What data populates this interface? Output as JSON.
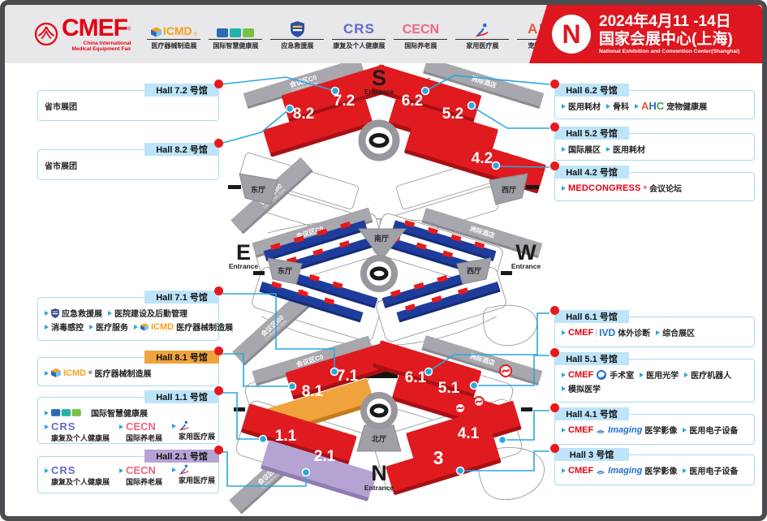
{
  "header": {
    "cmef_logo": {
      "text": "CMEF",
      "reg": "®",
      "sub1": "China International",
      "sub2": "Medical Equipment Fair"
    },
    "expo_logos": [
      {
        "label": "ICMD",
        "caption": "医疗器械制造展"
      },
      {
        "label": "",
        "caption": "国际智慧健康展"
      },
      {
        "label": "",
        "caption": "应急救援展"
      },
      {
        "label": "CRS",
        "caption": "康复及个人健康展"
      },
      {
        "label": "CECN",
        "caption": "国际养老展"
      },
      {
        "label": "",
        "caption": "家用医疗展"
      },
      {
        "label": "AHC",
        "caption": "宠物健康展"
      }
    ],
    "banner": {
      "letter": "N",
      "date": "2024年4月11 -14日",
      "venue": "国家会展中心(上海)",
      "venue_en": "National Exhibition and Convention Center(Shanghai)"
    }
  },
  "brands": {
    "crs": "CRS",
    "cecn": "CECN",
    "icmd": "ICMD",
    "cmef": "CMEF",
    "ivd": "IVD",
    "imaging": "Imaging",
    "medcongress": "MEDCONGRESS",
    "reg": "®",
    "ahc_letters": [
      "A",
      "H",
      "C"
    ]
  },
  "icons": {
    "bullet": "right-arrow-triangle",
    "shield": "emergency-shield",
    "runner": "running-person",
    "cube": "icmd-cube",
    "metro": "shanghai-metro",
    "swirl": "cmef-or-swirl",
    "emblem": "cmef-emblem"
  },
  "maps": {
    "south": {
      "compass": "S",
      "entrance": "Entrance",
      "halls": {
        "h82": "8.2",
        "h72": "7.2",
        "h62": "6.2",
        "h52": "5.2",
        "h42": "4.2"
      },
      "zones": {
        "c0": "会议区C0",
        "c0_en": "Conference Zone",
        "hotel": "洲际酒店",
        "east": "东厅",
        "west": "西厅",
        "b0": "会议区B0",
        "b0_en": "Conference Zone"
      }
    },
    "center": {
      "compass_e": "E",
      "compass_w": "W",
      "entrance_e": "Entrance",
      "entrance_w": "Entrance",
      "zones": {
        "c0": "会议区C0",
        "c0_en": "Conference Zone",
        "hotel": "洲际酒店",
        "south_hall": "南厅",
        "east": "东厅",
        "west": "西厅",
        "b0": "会议区B0",
        "b0_en": "Conference Zone"
      }
    },
    "north": {
      "compass": "N",
      "entrance": "Entrance",
      "halls": {
        "h81": "8.1",
        "h71": "7.1",
        "h61": "6.1",
        "h51": "5.1",
        "h11": "1.1",
        "h21": "2.1",
        "h41": "4.1",
        "h3": "3"
      },
      "zones": {
        "c0": "会议区C0",
        "c0_en": "Conference Zone",
        "hotel": "洲际酒店",
        "north_hall": "北厅",
        "b0": "会议区B0",
        "b0_en": "Conference Zone"
      }
    }
  },
  "callouts": {
    "left": [
      {
        "title": "Hall 7.2 号馆",
        "item": "省市展团"
      },
      {
        "title": "Hall 8.2 号馆",
        "item": "省市展团"
      },
      {
        "title": "Hall 7.1 号馆",
        "i1": "应急救援展",
        "i2": "医院建设及后勤管理",
        "i3": "消毒感控",
        "i4": "医疗服务",
        "i5": "医疗器械制造展"
      },
      {
        "title": "Hall 8.1 号馆",
        "i1": "医疗器械制造展"
      },
      {
        "title": "Hall 1.1 号馆",
        "i1": "国际智慧健康展",
        "c1": "康复及个人健康展",
        "c2": "国际养老展",
        "c3": "家用医疗展"
      },
      {
        "title": "Hall 2.1 号馆",
        "c1": "康复及个人健康展",
        "c2": "国际养老展",
        "c3": "家用医疗展"
      }
    ],
    "right": [
      {
        "title": "Hall 6.2 号馆",
        "i1": "医用耗材",
        "i2": "骨科",
        "i3": "宠物健康展"
      },
      {
        "title": "Hall 5.2 号馆",
        "i1": "国际展区",
        "i2": "医用耗材"
      },
      {
        "title": "Hall 4.2 号馆",
        "i1": "会议论坛"
      },
      {
        "title": "Hall 6.1 号馆",
        "i1": "体外诊断",
        "i2": "综合展区"
      },
      {
        "title": "Hall 5.1 号馆",
        "i1": "手术室",
        "i2": "医用光学",
        "i3": "医疗机器人",
        "i4": "模拟医学"
      },
      {
        "title": "Hall 4.1 号馆",
        "i1": "医学影像",
        "i2": "医用电子设备"
      },
      {
        "title": "Hall 3 号馆",
        "i1": "医学影像",
        "i2": "医用电子设备"
      }
    ]
  },
  "colors": {
    "hall_red": "#e01b1f",
    "hall_orange": "#f0a33c",
    "hall_purple": "#b5a3d4",
    "tab_blue": "#bde4f8",
    "connector_blue": "#2aa7e0",
    "banner_red": "#dd1620",
    "bar_blue": "#1e3c9b"
  }
}
